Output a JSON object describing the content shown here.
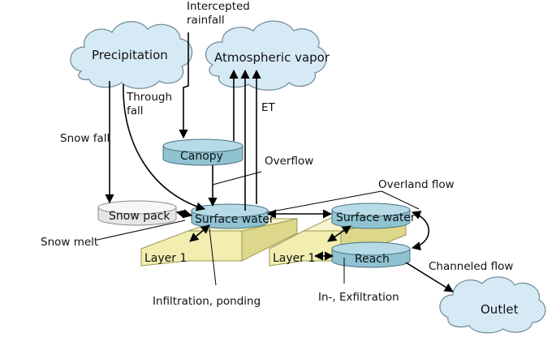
{
  "nodes": {
    "precipitation": "Precipitation",
    "atmospheric_vapor": "Atmospheric vapor",
    "canopy": "Canopy",
    "snow_pack": "Snow pack",
    "surface_water_left": "Surface water",
    "surface_water_right": "Surface water",
    "layer1_left": "Layer 1",
    "layer1_right": "Layer 1",
    "reach": "Reach",
    "outlet": "Outlet"
  },
  "labels": {
    "intercepted_rainfall_1": "Intercepted",
    "intercepted_rainfall_2": "rainfall",
    "through_fall_1": "Through",
    "through_fall_2": "fall",
    "snow_fall": "Snow fall",
    "et": "ET",
    "overflow": "Overflow",
    "overland_flow": "Overland flow",
    "snow_melt": "Snow melt",
    "infiltration_ponding": "Infiltration, ponding",
    "in_exfiltration": "In-, Exfiltration",
    "channeled_flow": "Channeled flow"
  },
  "colors": {
    "cloud_fill": "#d6eaf5",
    "water_cylinder": "#8fc3d2",
    "snow_cylinder": "#e6e6e6",
    "soil_layer": "#f1eeb0"
  }
}
